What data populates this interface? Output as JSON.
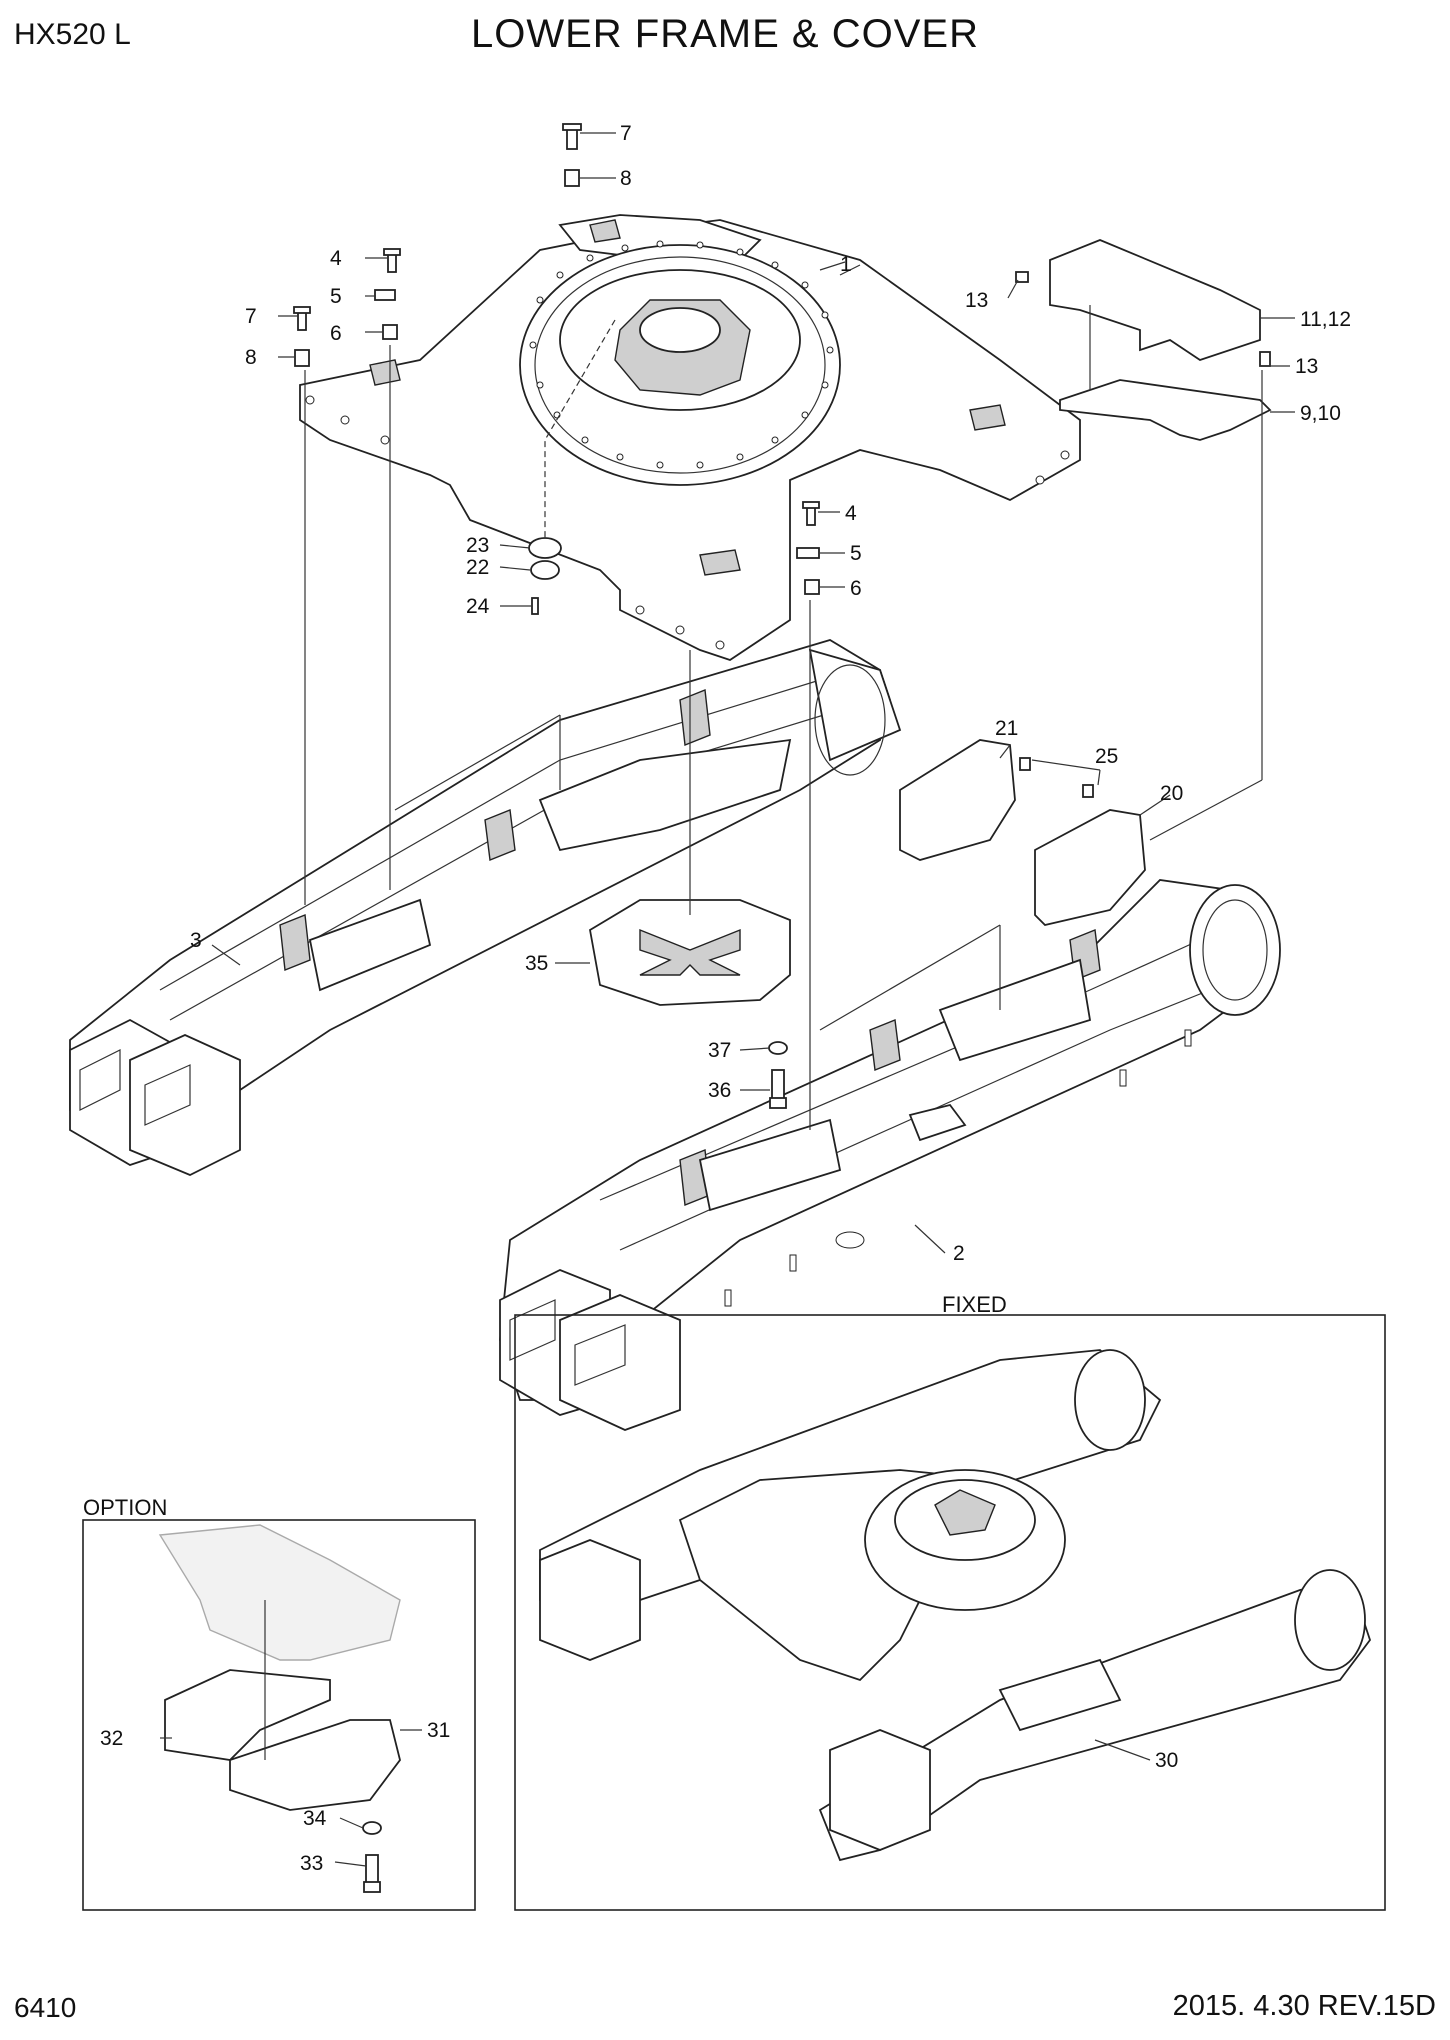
{
  "header": {
    "model": "HX520 L",
    "title": "LOWER FRAME & COVER"
  },
  "footer": {
    "page": "6410",
    "revision": "2015. 4.30  REV.15D"
  },
  "boxes": {
    "fixed_label": "FIXED",
    "option_label": "OPTION"
  },
  "callouts": {
    "c1": "1",
    "c2": "2",
    "c3": "3",
    "c4a": "4",
    "c5a": "5",
    "c6a": "6",
    "c7a": "7",
    "c8a": "8",
    "c7b": "7",
    "c8b": "8",
    "c4b": "4",
    "c5b": "5",
    "c6b": "6",
    "c9_10": "9,10",
    "c11_12": "11,12",
    "c13a": "13",
    "c13b": "13",
    "c20": "20",
    "c21": "21",
    "c22": "22",
    "c23": "23",
    "c24": "24",
    "c25": "25",
    "c30": "30",
    "c31": "31",
    "c32": "32",
    "c33": "33",
    "c34": "34",
    "c35": "35",
    "c36": "36",
    "c37": "37"
  }
}
